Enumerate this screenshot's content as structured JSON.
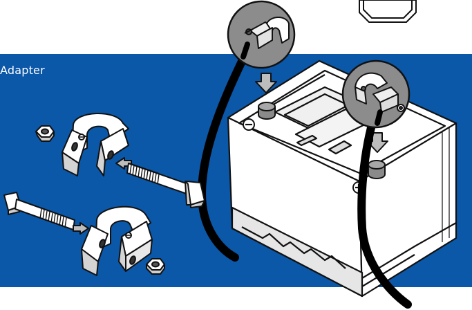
{
  "panel": {
    "label": "Adapter"
  },
  "colors": {
    "panel_blue": "#0b57a8",
    "outline": "#111111",
    "fill_light": "#ffffff",
    "shade": "#d9d9d9",
    "zoom_circle": "#8c8c8c",
    "arrow_fill": "#bdbdbd",
    "cable": "#000000"
  },
  "icons": {
    "terminal_negative": "minus-sign",
    "terminal_positive": "plus-sign"
  }
}
